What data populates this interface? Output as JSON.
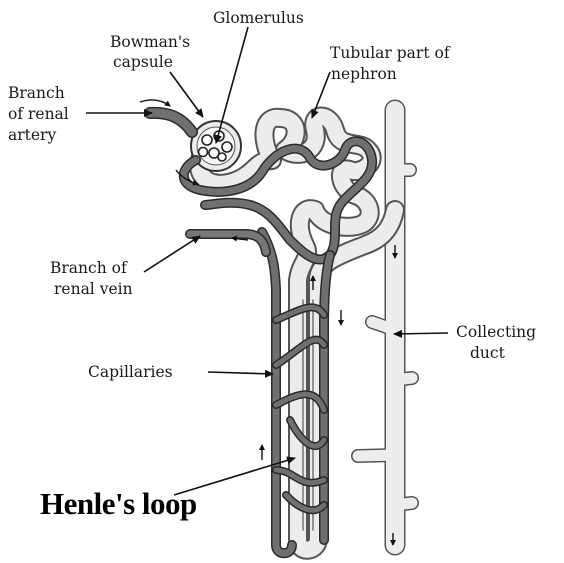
{
  "labels": {
    "glomerulus": "Glomerulus",
    "bowmans_line1": "Bowman's",
    "bowmans_line2": "capsule",
    "artery_line1": "Branch",
    "artery_line2": "of renal",
    "artery_line3": "artery",
    "tubular_line1": "Tubular part of",
    "tubular_line2": "nephron",
    "vein_line1": "Branch of",
    "vein_line2": "renal vein",
    "collecting_line1": "Collecting",
    "collecting_line2": "duct",
    "capillaries": "Capillaries",
    "henle": "Henle's loop"
  },
  "colors": {
    "vessel": "#6f6f6f",
    "vessel_edge": "#2b2b2b",
    "tubule": "#ececec",
    "tubule_edge": "#555555",
    "text": "#1a1a1a"
  }
}
